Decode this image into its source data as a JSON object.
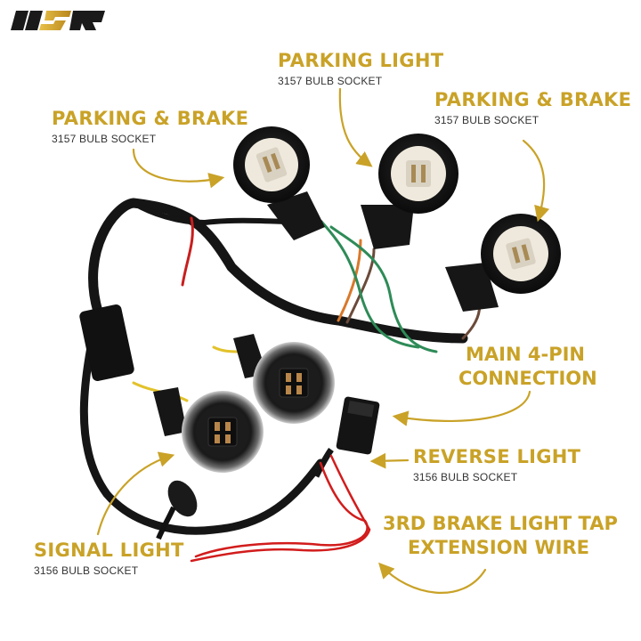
{
  "brand": {
    "logo_text": "USR"
  },
  "colors": {
    "accent": "#c9a227",
    "text_dark": "#333333",
    "wire_black": "#1a1a1a",
    "wire_red": "#d21c1c",
    "wire_green": "#2e8b57",
    "wire_orange": "#d9782a",
    "wire_brown": "#6b4a3a",
    "wire_yellow": "#e2c22a"
  },
  "labels": {
    "parking_brake_left": {
      "title": "PARKING & BRAKE",
      "subtitle": "3157 BULB SOCKET"
    },
    "parking_light": {
      "title": "PARKING LIGHT",
      "subtitle": "3157 BULB SOCKET"
    },
    "parking_brake_right": {
      "title": "PARKING & BRAKE",
      "subtitle": "3157 BULB SOCKET"
    },
    "main_connection": {
      "line1": "MAIN 4-PIN",
      "line2": "CONNECTION"
    },
    "reverse_light": {
      "title": "REVERSE LIGHT",
      "subtitle": "3156 BULB SOCKET"
    },
    "brake_tap": {
      "line1": "3RD BRAKE LIGHT TAP",
      "line2": "EXTENSION WIRE"
    },
    "signal_light": {
      "title": "SIGNAL LIGHT",
      "subtitle": "3156 BULB SOCKET"
    }
  }
}
